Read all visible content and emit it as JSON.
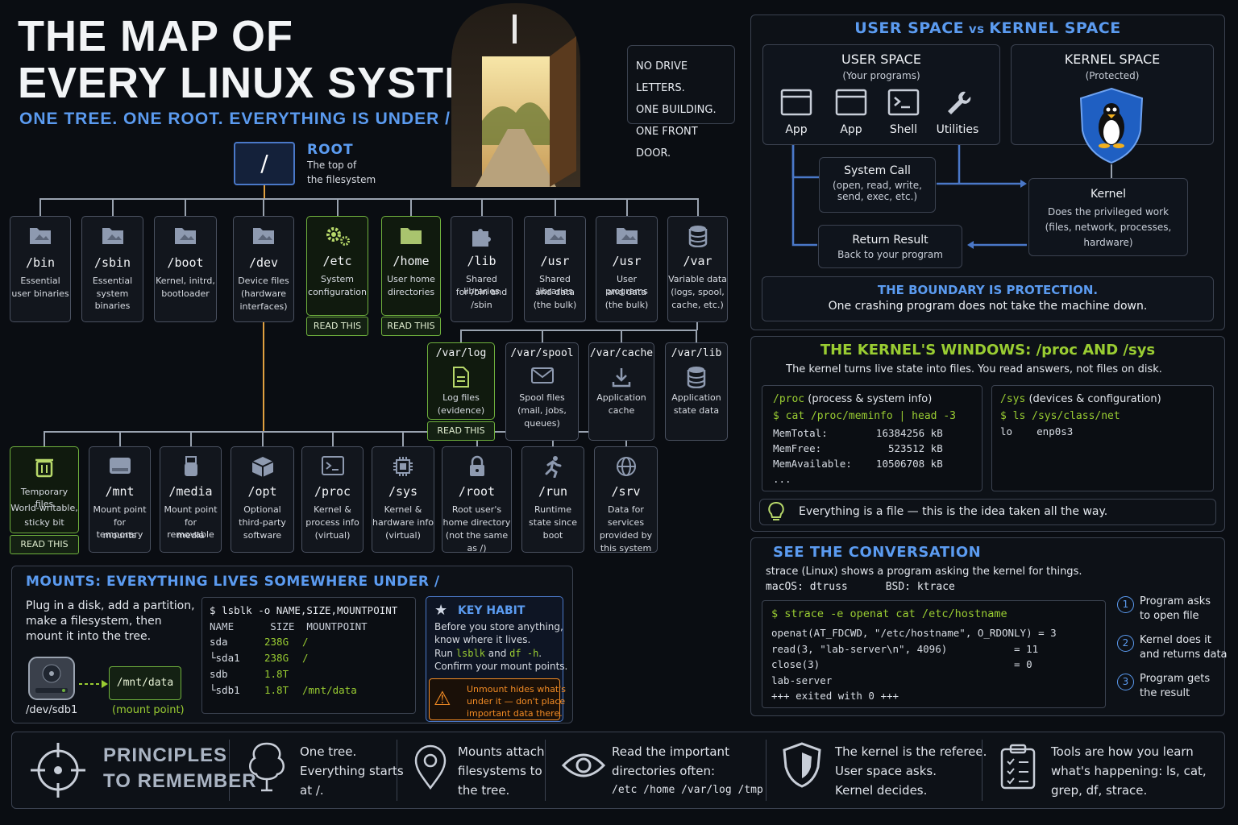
{
  "header": {
    "title_line1": "THE MAP OF",
    "title_line2": "EVERY LINUX SYSTEM",
    "subtitle": "ONE TREE. ONE ROOT. EVERYTHING IS UNDER /"
  },
  "notice": {
    "l1": "NO DRIVE LETTERS.",
    "l2": "ONE BUILDING.",
    "l3": "ONE FRONT DOOR."
  },
  "root": {
    "symbol": "/",
    "label": "ROOT",
    "desc1": "The top of",
    "desc2": "the filesystem"
  },
  "top_dirs": [
    {
      "name": "/bin",
      "d1": "Essential",
      "d2": "user binaries",
      "d3": ""
    },
    {
      "name": "/sbin",
      "d1": "Essential",
      "d2": "system binaries",
      "d3": ""
    },
    {
      "name": "/boot",
      "d1": "Kernel, initrd,",
      "d2": "bootloader",
      "d3": ""
    },
    {
      "name": "/dev",
      "d1": "Device files",
      "d2": "(hardware",
      "d3": "interfaces)"
    },
    {
      "name": "/etc",
      "d1": "System",
      "d2": "configuration",
      "d3": ""
    },
    {
      "name": "/home",
      "d1": "User home",
      "d2": "directories",
      "d3": ""
    },
    {
      "name": "/lib",
      "d1": "Shared libraries",
      "d2": "for /bin and",
      "d3": "/sbin"
    },
    {
      "name": "/usr",
      "d1": "Shared libraries",
      "d2": "and data",
      "d3": "(the bulk)"
    },
    {
      "name": "/usr",
      "d1": "User programs",
      "d2": "and data",
      "d3": "(the bulk)"
    },
    {
      "name": "/var",
      "d1": "Variable data",
      "d2": "(logs, spool,",
      "d3": "cache, etc.)"
    }
  ],
  "read_this": "READ THIS",
  "var_dirs": [
    {
      "name": "/var/log",
      "d1": "Log files",
      "d2": "(evidence)",
      "d3": ""
    },
    {
      "name": "/var/spool",
      "d1": "Spool files",
      "d2": "(mail, jobs,",
      "d3": "queues)"
    },
    {
      "name": "/var/cache",
      "d1": "Application",
      "d2": "cache",
      "d3": ""
    },
    {
      "name": "/var/lib",
      "d1": "Application",
      "d2": "state data",
      "d3": ""
    }
  ],
  "bottom_dirs": [
    {
      "name": "",
      "d1": "Temporary files",
      "d2": "World-writable,",
      "d3": "sticky bit",
      "d4": ""
    },
    {
      "name": "/mnt",
      "d1": "Mount point",
      "d2": "for temporary",
      "d3": "mounts",
      "d4": ""
    },
    {
      "name": "/media",
      "d1": "Mount point",
      "d2": "for removable",
      "d3": "media",
      "d4": ""
    },
    {
      "name": "/opt",
      "d1": "Optional",
      "d2": "third-party",
      "d3": "software",
      "d4": ""
    },
    {
      "name": "/proc",
      "d1": "Kernel &",
      "d2": "process info",
      "d3": "(virtual)",
      "d4": ""
    },
    {
      "name": "/sys",
      "d1": "Kernel &",
      "d2": "hardware info",
      "d3": "(virtual)",
      "d4": ""
    },
    {
      "name": "/root",
      "d1": "Root user's",
      "d2": "home directory",
      "d3": "(not the same",
      "d4": "as /)"
    },
    {
      "name": "/run",
      "d1": "Runtime",
      "d2": "state since",
      "d3": "boot",
      "d4": ""
    },
    {
      "name": "/srv",
      "d1": "Data for",
      "d2": "services",
      "d3": "provided by",
      "d4": "this system"
    }
  ],
  "mounts": {
    "title": "MOUNTS: EVERYTHING LIVES SOMEWHERE UNDER /",
    "p1": "Plug in a disk, add a partition,",
    "p2": "make a filesystem, then",
    "p3": "mount it into the tree.",
    "disk": "/dev/sdb1",
    "target": "/mnt/data",
    "target_caption": "(mount point)",
    "cmd": "$ lsblk -o NAME,SIZE,MOUNTPOINT",
    "hdr": "NAME      SIZE  MOUNTPOINT",
    "rows": [
      [
        "sda",
        "238G",
        "/"
      ],
      [
        "└sda1",
        "238G",
        "/"
      ],
      [
        "sdb",
        "1.8T",
        ""
      ],
      [
        "└sdb1",
        "1.8T",
        "/mnt/data"
      ]
    ]
  },
  "habit": {
    "title": "KEY HABIT",
    "l1": "Before you store anything,",
    "l2": "know where it lives.",
    "l3a": "Run ",
    "l3b": "lsblk",
    "l3c": " and ",
    "l3d": "df -h",
    "l3e": ".",
    "l4": "Confirm your mount points.",
    "warn1": "Unmount hides what's",
    "warn2": "under it — don't place",
    "warn3": "important data there."
  },
  "uk": {
    "title_a": "USER SPACE",
    "title_vs": " vs ",
    "title_b": "KERNEL SPACE",
    "user_title": "USER SPACE",
    "user_sub": "(Your programs)",
    "apps": [
      "App",
      "App",
      "Shell",
      "Utilities"
    ],
    "kernel_title": "KERNEL SPACE",
    "kernel_sub": "(Protected)",
    "syscall1": "System Call",
    "syscall2": "(open, read, write,",
    "syscall3": "send, exec, etc.)",
    "kernel1": "Kernel",
    "kernel2": "Does the privileged work",
    "kernel3": "(files, network, processes,",
    "kernel4": "hardware)",
    "ret1": "Return Result",
    "ret2": "Back to your program",
    "boundary_title": "THE BOUNDARY IS PROTECTION.",
    "boundary_text": "One crashing program does not take the machine down."
  },
  "windows": {
    "title": "THE KERNEL'S WINDOWS: /proc AND /sys",
    "sub": "The kernel turns live state into files. You read answers, not files on disk.",
    "proc_h": "/proc",
    "proc_hd": " (process & system info)",
    "proc_cmd": "$ cat /proc/meminfo | head -3",
    "proc_rows": [
      "MemTotal:        16384256 kB",
      "MemFree:           523512 kB",
      "MemAvailable:    10506708 kB",
      "..."
    ],
    "sys_h": "/sys",
    "sys_hd": " (devices & configuration)",
    "sys_cmd": "$ ls /sys/class/net",
    "sys_out": "lo    enp0s3",
    "tip": "Everything is a file — this is the idea taken all the way."
  },
  "conv": {
    "title": "SEE THE CONVERSATION",
    "l1": "strace (Linux) shows a program asking the kernel for things.",
    "l2": "macOS: dtruss      BSD: ktrace",
    "cmd": "$ strace -e openat cat /etc/hostname",
    "out": [
      "openat(AT_FDCWD, \"/etc/hostname\", O_RDONLY) = 3",
      "read(3, \"lab-server\\n\", 4096)           = 11",
      "close(3)                                = 0",
      "lab-server",
      "+++ exited with 0 +++"
    ],
    "steps": [
      {
        "n": "1",
        "a": "Program asks",
        "b": "to open file"
      },
      {
        "n": "2",
        "a": "Kernel does it",
        "b": "and returns data"
      },
      {
        "n": "3",
        "a": "Program gets",
        "b": "the result"
      }
    ]
  },
  "principles": {
    "title1": "PRINCIPLES",
    "title2": "TO REMEMBER",
    "items": [
      {
        "a": "One tree.",
        "b": "Everything starts",
        "c": "at /."
      },
      {
        "a": "Mounts attach",
        "b": "filesystems to",
        "c": "the tree."
      },
      {
        "a": "Read the important",
        "b": "directories often:",
        "c": "/etc /home /var/log /tmp"
      },
      {
        "a": "The kernel is the referee.",
        "b": "User space asks.",
        "c": "Kernel decides."
      },
      {
        "a": "Tools are how you learn",
        "b": "what's happening: ls, cat,",
        "c": "grep, df, strace."
      }
    ]
  }
}
